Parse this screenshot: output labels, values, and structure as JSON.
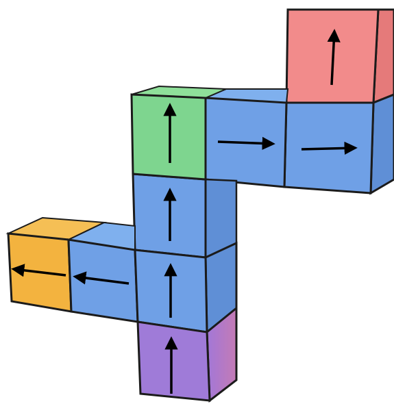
{
  "diagram": {
    "colors": {
      "blue": "#6fa0e6",
      "blue_side": "#5f8fd6",
      "blue_top": "#7fb0ee",
      "green": "#7ed58f",
      "red": "#f28b8b",
      "orange": "#f3b33f",
      "purple": "#9f7bd8",
      "edge": "#1b1b1b",
      "arrow": "#000000"
    },
    "cubes": [
      {
        "name": "cube-red",
        "color": "red",
        "arrow": "up"
      },
      {
        "name": "cube-green",
        "color": "green",
        "arrow": "up"
      },
      {
        "name": "cube-blue-top-middle",
        "color": "blue",
        "arrow": "right"
      },
      {
        "name": "cube-blue-top-right",
        "color": "blue",
        "arrow": "right"
      },
      {
        "name": "cube-blue-upper-column",
        "color": "blue",
        "arrow": "up"
      },
      {
        "name": "cube-blue-center",
        "color": "blue",
        "arrow": "up"
      },
      {
        "name": "cube-blue-left",
        "color": "blue",
        "arrow": "left"
      },
      {
        "name": "cube-orange",
        "color": "orange",
        "arrow": "left"
      },
      {
        "name": "cube-purple",
        "color": "purple",
        "arrow": "up"
      }
    ]
  }
}
